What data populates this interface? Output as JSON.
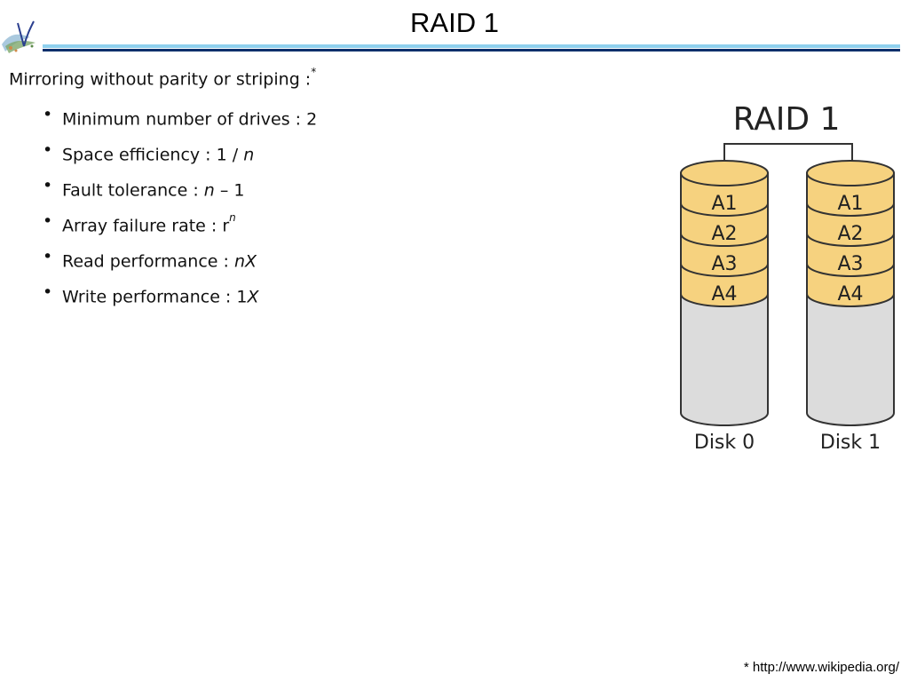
{
  "slide": {
    "title": "RAID 1"
  },
  "body": {
    "intro": "Mirroring without parity or striping :",
    "intro_mark": "*",
    "bullets": [
      {
        "label": "Minimum number of drives : ",
        "value": "2",
        "value_italic": "",
        "value_suffix": "",
        "sup": ""
      },
      {
        "label": "Space efficiency : ",
        "value": "1 / ",
        "value_italic": "n",
        "value_suffix": "",
        "sup": ""
      },
      {
        "label": "Fault tolerance : ",
        "value": "",
        "value_italic": "n",
        "value_suffix": " – 1",
        "sup": ""
      },
      {
        "label": "Array failure rate : ",
        "value": "r",
        "value_italic": "",
        "value_suffix": "",
        "sup": "n"
      },
      {
        "label": "Read performance : ",
        "value": "",
        "value_italic": "nX",
        "value_suffix": "",
        "sup": ""
      },
      {
        "label": "Write performance : ",
        "value": "1",
        "value_italic": "X",
        "value_suffix": "",
        "sup": ""
      }
    ],
    "bullet_glyph": "•"
  },
  "diagram": {
    "title": "RAID 1",
    "disks": [
      {
        "label": "Disk 0",
        "blocks": [
          "A1",
          "A2",
          "A3",
          "A4"
        ]
      },
      {
        "label": "Disk 1",
        "blocks": [
          "A1",
          "A2",
          "A3",
          "A4"
        ]
      }
    ],
    "colors": {
      "block_fill": "#f6d27f",
      "empty_fill": "#dcdcdc",
      "stroke": "#333333"
    }
  },
  "footnote": "* http://www.wikipedia.org/",
  "logo": {
    "icon": "institution-logo-icon"
  }
}
